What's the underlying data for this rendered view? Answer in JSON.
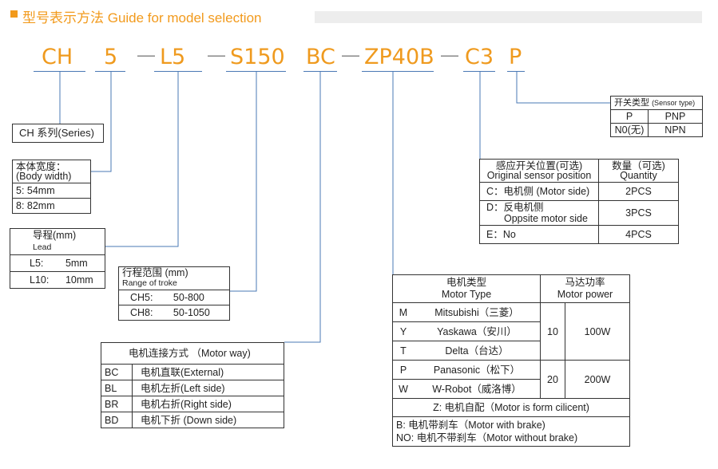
{
  "header": {
    "title": "型号表示方法 Guide for model selection"
  },
  "code": {
    "ch": "CH",
    "w": "5",
    "lead": "L5",
    "stroke": "S150",
    "motor_way": "BC",
    "motor": "ZP40B",
    "sensor": "C3",
    "sensor_type": "P"
  },
  "series_box": {
    "label": "CH 系列(Series)"
  },
  "body_width": {
    "title": "本体宽度：",
    "subtitle": "(Body width)",
    "rows": [
      "5: 54mm",
      "8: 82mm"
    ]
  },
  "lead": {
    "title": "导程(mm)",
    "subtitle": "Lead",
    "rows": [
      [
        "L5:",
        "5mm"
      ],
      [
        "L10:",
        "10mm"
      ]
    ]
  },
  "stroke": {
    "title": "行程范围 (mm)",
    "subtitle": "Range of troke",
    "rows": [
      [
        "CH5:",
        "50-800"
      ],
      [
        "CH8:",
        "50-1050"
      ]
    ]
  },
  "motor_way": {
    "title": "电机连接方式 （Motor  way)",
    "rows": [
      [
        "BC",
        "电机直联(External)"
      ],
      [
        "BL",
        "电机左折(Left side)"
      ],
      [
        "BR",
        "电机右折(Right side)"
      ],
      [
        "BD",
        "电机下折 (Down side)"
      ]
    ]
  },
  "motor_type": {
    "title_cn": "电机类型",
    "title_en": "Motor Type",
    "power_cn": "马达功率",
    "power_en": "Motor power",
    "rows": [
      [
        "M",
        "Mitsubishi（三菱）"
      ],
      [
        "Y",
        "Yaskawa（安川）"
      ],
      [
        "T",
        "Delta（台达）"
      ],
      [
        "P",
        "Panasonic（松下）"
      ],
      [
        "W",
        "W-Robot（威洛博）"
      ]
    ],
    "power": [
      [
        "10",
        "100W"
      ],
      [
        "20",
        "200W"
      ]
    ],
    "z": "Z: 电机自配（Motor is form cilicent)",
    "brake": "B: 电机带刹车（Motor with brake)",
    "nobrake": "NO: 电机不带刹车（Motor without brake)"
  },
  "sensor_pos": {
    "h1": "感应开关位置(可选)",
    "h1_en": "Original sensor position",
    "h2": "数量（可选)",
    "h2_en": "Quantity",
    "rows": [
      [
        "C：电机侧 (Motor side)",
        "",
        "2PCS"
      ],
      [
        "D：反电机侧",
        "Oppsite motor side",
        "3PCS"
      ],
      [
        "E：No",
        "",
        "4PCS"
      ]
    ]
  },
  "sensor_type": {
    "title": "开关类型",
    "title_en": "(Sensor type)",
    "rows": [
      [
        "P",
        "PNP"
      ],
      [
        "N0(无)",
        "NPN"
      ]
    ]
  }
}
